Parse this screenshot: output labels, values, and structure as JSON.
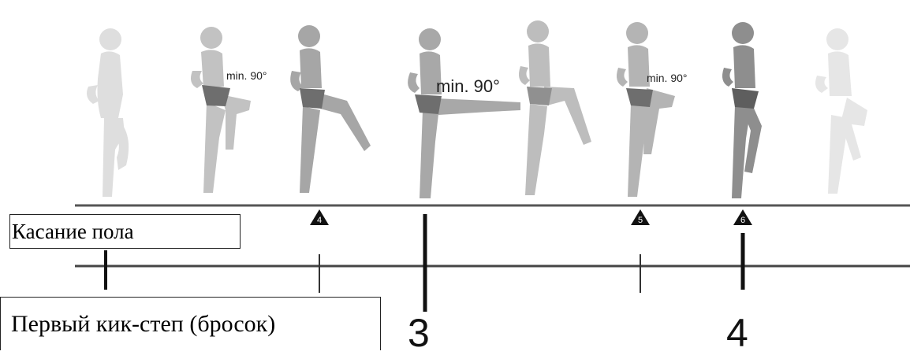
{
  "labels": {
    "floor_contact": "Касание пола",
    "first_kick_step": "Первый кик-степ (бросок)"
  },
  "angle_notes": [
    "min. 90°",
    "min. 90°",
    "min. 90°"
  ],
  "contact_markers": [
    "4",
    "5",
    "6"
  ],
  "beat_numbers": [
    "3",
    "4"
  ],
  "colors": {
    "figure_faded": "#d9d9d9",
    "figure_mid": "#a8a8a8",
    "figure_dark": "#8c8c8c",
    "shorts": "#6e6e6e",
    "line": "#444444",
    "marker": "#111111"
  }
}
